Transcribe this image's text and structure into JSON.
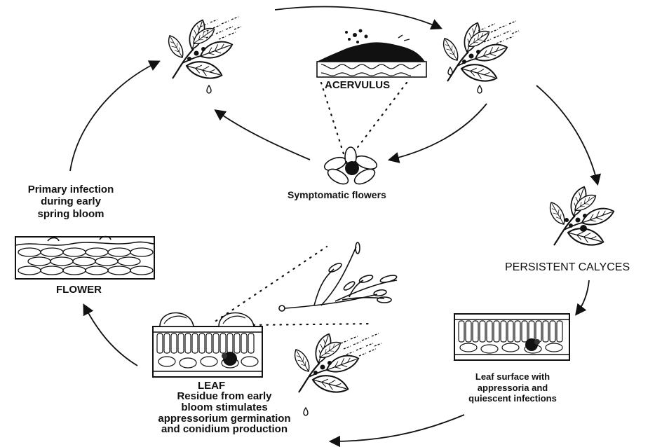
{
  "labels": {
    "acervulus": "ACERVULUS",
    "symptomatic_flowers": "Symptomatic flowers",
    "persistent_calyces": "PERSISTENT CALYCES",
    "primary_infection": [
      "Primary infection",
      "during early",
      "spring bloom"
    ],
    "flower": "FLOWER",
    "leaf": "LEAF",
    "residue": [
      "Residue from early",
      "bloom stimulates",
      "appressorium germination",
      "and conidium production"
    ],
    "leaf_surface": [
      "Leaf surface with",
      "appressoria and",
      "quiescent infections"
    ]
  },
  "colors": {
    "ink": "#111111",
    "background": "#ffffff"
  }
}
